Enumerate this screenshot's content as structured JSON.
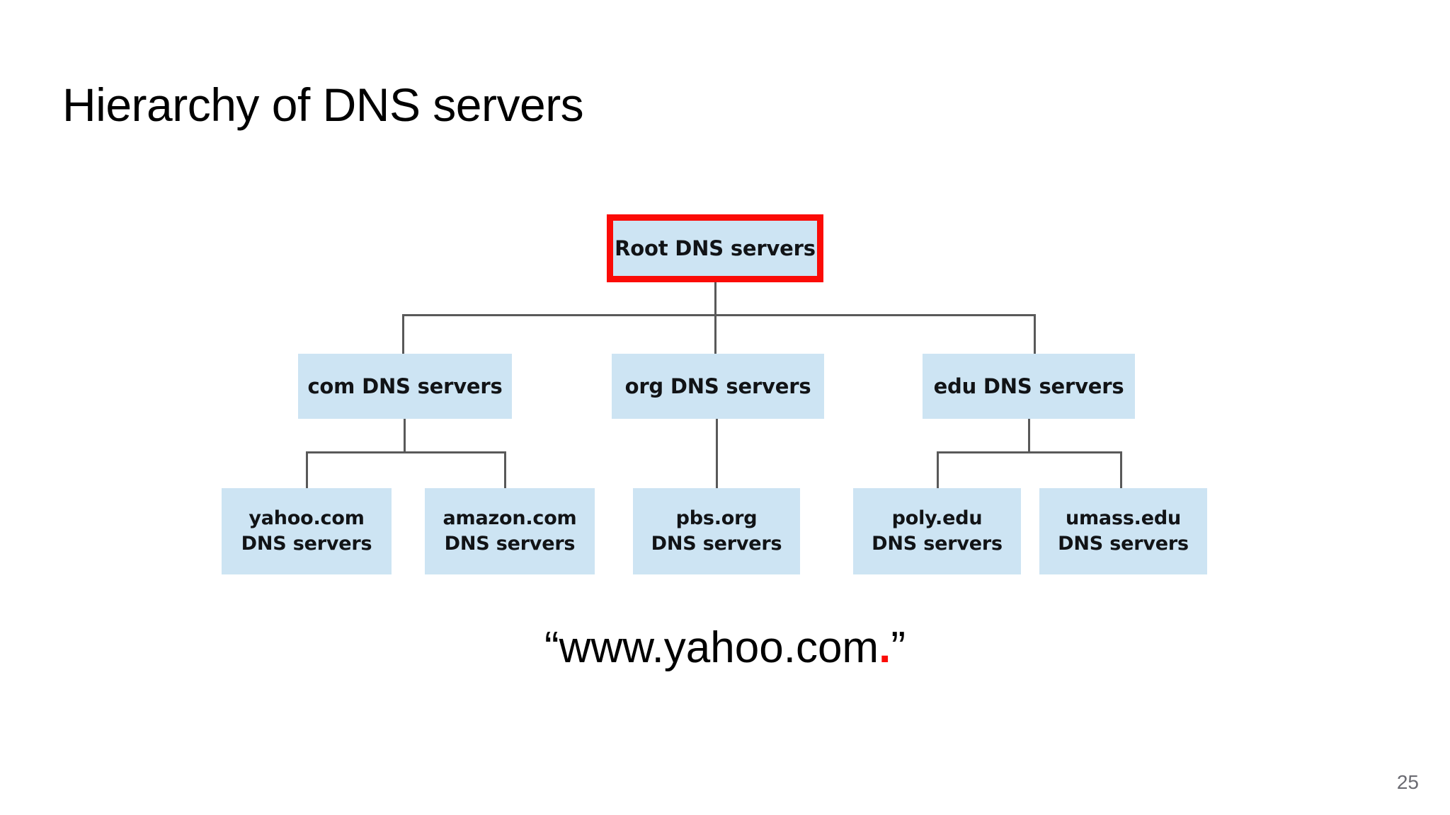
{
  "slide": {
    "title": "Hierarchy of DNS servers",
    "page_number": "25",
    "background_color": "#ffffff",
    "accent_color": "#fb0b06",
    "node_fill_color": "#cde4f3",
    "line_color": "#595959"
  },
  "diagram": {
    "type": "tree",
    "root": {
      "label": "Root DNS servers",
      "highlighted": true,
      "highlight_color": "#fb0b06"
    },
    "level2": [
      {
        "label": "com DNS servers"
      },
      {
        "label": "org DNS servers"
      },
      {
        "label": "edu DNS servers"
      }
    ],
    "level3": [
      {
        "line1": "yahoo.com",
        "line2": "DNS servers",
        "parent": "com DNS servers"
      },
      {
        "line1": "amazon.com",
        "line2": "DNS servers",
        "parent": "com DNS servers"
      },
      {
        "line1": "pbs.org",
        "line2": "DNS servers",
        "parent": "org DNS servers"
      },
      {
        "line1": "poly.edu",
        "line2": "DNS servers",
        "parent": "edu DNS servers"
      },
      {
        "line1": "umass.edu",
        "line2": "DNS servers",
        "parent": "edu DNS servers"
      }
    ]
  },
  "caption": {
    "open_quote": "“",
    "text": "www.yahoo.com",
    "root_dot": ".",
    "close_quote": "”"
  }
}
